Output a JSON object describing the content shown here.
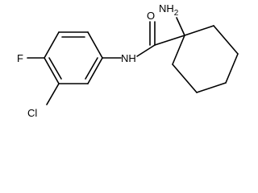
{
  "molecule": {
    "labels": {
      "amine": "NH",
      "amine_subscript": "2",
      "carbonyl_oxygen": "O",
      "amide_nitrogen": "NH",
      "fluorine": "F",
      "chlorine": "Cl"
    }
  }
}
